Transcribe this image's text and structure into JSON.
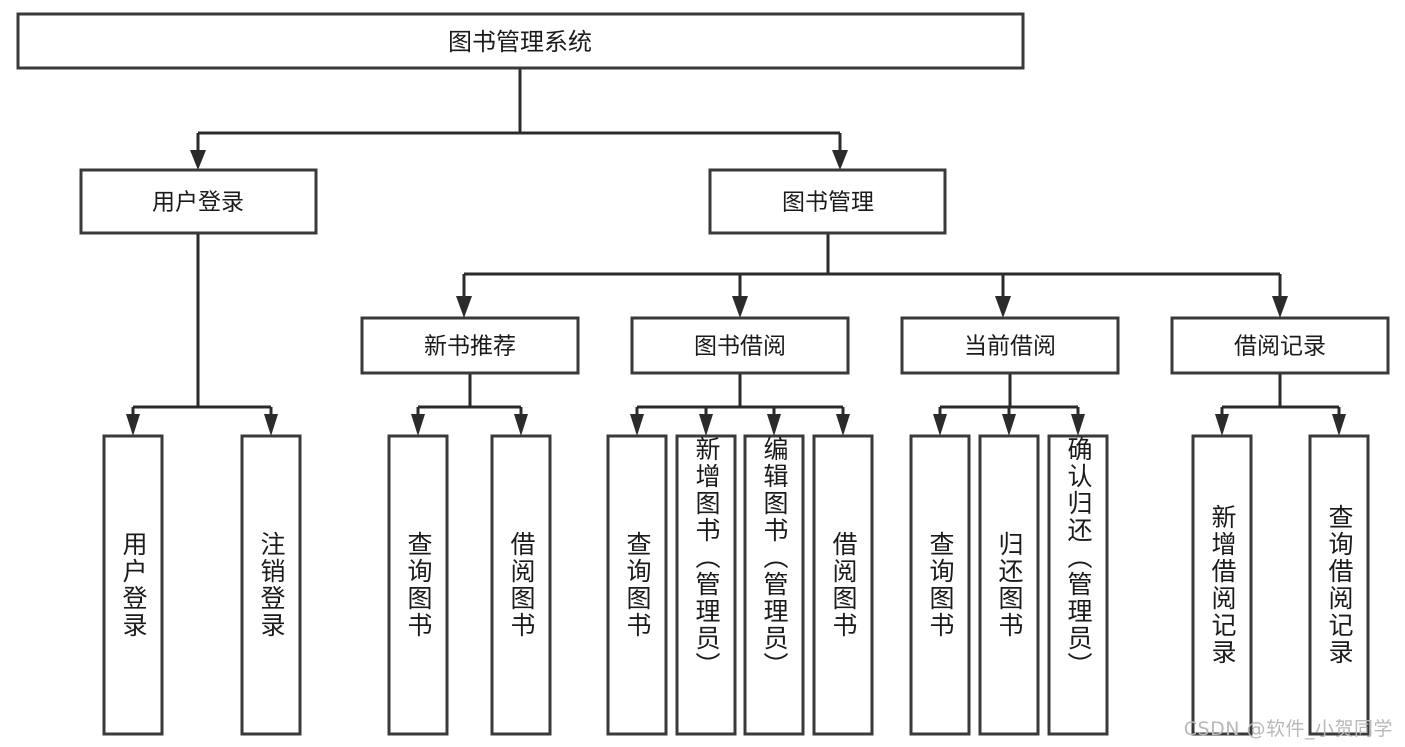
{
  "diagram": {
    "type": "tree-hierarchy",
    "title": "图书管理系统",
    "background_color": "#ffffff",
    "box_stroke_color": "#3a3a3a",
    "connector_color": "#2b2b2b",
    "text_color": "#1b1b1b",
    "levels": 4
  },
  "root": {
    "label": "图书管理系统"
  },
  "level2": [
    {
      "label": "用户登录"
    },
    {
      "label": "图书管理"
    }
  ],
  "level3": [
    {
      "label": "新书推荐"
    },
    {
      "label": "图书借阅"
    },
    {
      "label": "当前借阅"
    },
    {
      "label": "借阅记录"
    }
  ],
  "leaves": {
    "user_login": [
      {
        "label": "用户登录"
      },
      {
        "label": "注销登录"
      }
    ],
    "new_book_recommend": [
      {
        "label": "查询图书"
      },
      {
        "label": "借阅图书"
      }
    ],
    "book_borrow": [
      {
        "label": "查询图书"
      },
      {
        "label": "新增图书（管理员）"
      },
      {
        "label": "编辑图书（管理员）"
      },
      {
        "label": "借阅图书"
      }
    ],
    "current_borrow": [
      {
        "label": "查询图书"
      },
      {
        "label": "归还图书"
      },
      {
        "label": "确认归还（管理员）"
      }
    ],
    "borrow_record": [
      {
        "label": "新增借阅记录"
      },
      {
        "label": "查询借阅记录"
      }
    ]
  },
  "watermark": {
    "text": "CSDN @软件_小贺同学"
  },
  "chart_data": {
    "type": "table",
    "title": "图书管理系统 功能结构图",
    "nodes": [
      {
        "id": "root",
        "label": "图书管理系统",
        "level": 1,
        "parent": null
      },
      {
        "id": "user-login",
        "label": "用户登录",
        "level": 2,
        "parent": "root"
      },
      {
        "id": "book-manage",
        "label": "图书管理",
        "level": 2,
        "parent": "root"
      },
      {
        "id": "new-book",
        "label": "新书推荐",
        "level": 3,
        "parent": "book-manage"
      },
      {
        "id": "book-borrow",
        "label": "图书借阅",
        "level": 3,
        "parent": "book-manage"
      },
      {
        "id": "current-borrow",
        "label": "当前借阅",
        "level": 3,
        "parent": "book-manage"
      },
      {
        "id": "borrow-record",
        "label": "借阅记录",
        "level": 3,
        "parent": "book-manage"
      },
      {
        "id": "leaf-1",
        "label": "用户登录",
        "level": 4,
        "parent": "user-login"
      },
      {
        "id": "leaf-2",
        "label": "注销登录",
        "level": 4,
        "parent": "user-login"
      },
      {
        "id": "leaf-3",
        "label": "查询图书",
        "level": 4,
        "parent": "new-book"
      },
      {
        "id": "leaf-4",
        "label": "借阅图书",
        "level": 4,
        "parent": "new-book"
      },
      {
        "id": "leaf-5",
        "label": "查询图书",
        "level": 4,
        "parent": "book-borrow"
      },
      {
        "id": "leaf-6",
        "label": "新增图书（管理员）",
        "level": 4,
        "parent": "book-borrow"
      },
      {
        "id": "leaf-7",
        "label": "编辑图书（管理员）",
        "level": 4,
        "parent": "book-borrow"
      },
      {
        "id": "leaf-8",
        "label": "借阅图书",
        "level": 4,
        "parent": "book-borrow"
      },
      {
        "id": "leaf-9",
        "label": "查询图书",
        "level": 4,
        "parent": "current-borrow"
      },
      {
        "id": "leaf-10",
        "label": "归还图书",
        "level": 4,
        "parent": "current-borrow"
      },
      {
        "id": "leaf-11",
        "label": "确认归还（管理员）",
        "level": 4,
        "parent": "current-borrow"
      },
      {
        "id": "leaf-12",
        "label": "新增借阅记录",
        "level": 4,
        "parent": "borrow-record"
      },
      {
        "id": "leaf-13",
        "label": "查询借阅记录",
        "level": 4,
        "parent": "borrow-record"
      }
    ]
  }
}
